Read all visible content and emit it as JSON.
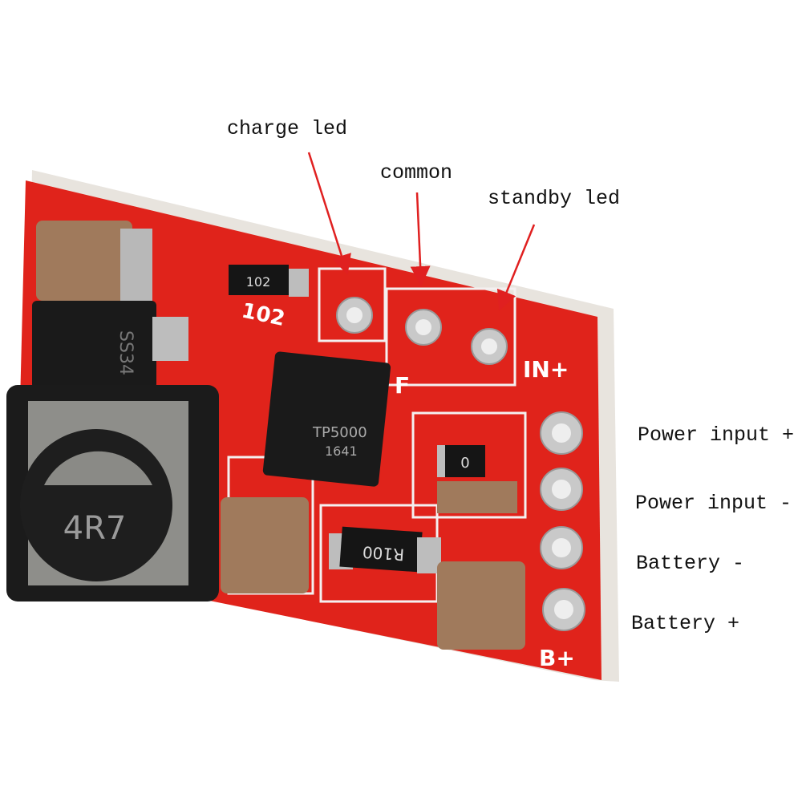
{
  "annotations": {
    "charge_led": "charge led",
    "common": "common",
    "standby_led": "standby led",
    "power_input_plus": "Power input +",
    "power_input_minus": "Power input -",
    "battery_minus": "Battery -",
    "battery_plus": "Battery +"
  },
  "markings": {
    "diode": "SS34",
    "inductor": "4R7",
    "chip_name": "TP5000",
    "chip_code": "1641",
    "resistor_top": "102",
    "resistor_top_silk": "102",
    "resistor_small": "0",
    "resistor_sense": "R100",
    "silk_in": "IN+",
    "silk_b": "B+",
    "silk_f": "F"
  },
  "colors": {
    "pcb": "#e0231b",
    "arrow": "#e02020",
    "pad": "#c9c9c9"
  }
}
